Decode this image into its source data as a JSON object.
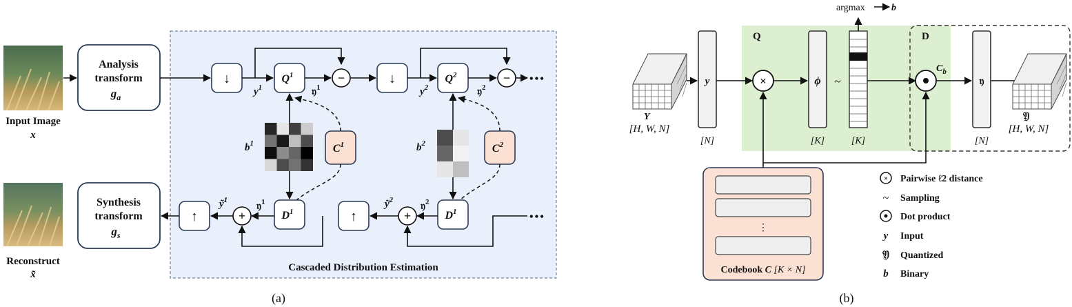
{
  "panel_a": {
    "caption": "(a)",
    "input_image_label": "Input Image",
    "input_image_var": "x",
    "reconstruct_label": "Reconstruct",
    "reconstruct_var": "x̃",
    "analysis": {
      "line1": "Analysis",
      "line2": "transform",
      "var": "g",
      "sub": "a"
    },
    "synthesis": {
      "line1": "Synthesis",
      "line2": "transform",
      "var": "g",
      "sub": "s"
    },
    "cde_title": "Cascaded Distribution Estimation",
    "downsample_symbol": "↓",
    "upsample_symbol": "↑",
    "minus_symbol": "−",
    "plus_symbol": "+",
    "ellipsis": "•••",
    "stage1": {
      "y": "y",
      "sup": "1",
      "q": "Q",
      "q_sup": "1",
      "eta": "𝔶",
      "eta_sup": "1",
      "b": "b",
      "b_sup": "1",
      "c": "C",
      "c_sup": "1",
      "d": "D",
      "d_sup": "1",
      "ytilde": "ỹ",
      "ytilde_sup": "1"
    },
    "stage2": {
      "y": "y",
      "sup": "2",
      "q": "Q",
      "q_sup": "2",
      "eta": "𝔶",
      "eta_sup": "2",
      "b": "b",
      "b_sup": "2",
      "c": "C",
      "c_sup": "2",
      "d": "D",
      "d_sup": "1",
      "ytilde": "ỹ",
      "ytilde_sup": "2"
    },
    "b1_grid": [
      [
        0.85,
        0.1,
        0.75,
        0.2
      ],
      [
        0.55,
        0.9,
        0.25,
        0.7
      ],
      [
        0.95,
        0.45,
        0.6,
        1.0
      ],
      [
        0.15,
        0.7,
        0.55,
        0.8
      ]
    ],
    "b2_grid": [
      [
        0.7,
        0.1
      ],
      [
        0.6,
        0.05
      ],
      [
        0.1,
        0.25
      ]
    ],
    "colors": {
      "cde_bg": "#e9f0fb",
      "cde_border": "#6e84a8",
      "c_fill": "#fbe1d3",
      "q_bg": "#dcefd0",
      "codebook_fill": "#fbe1d3"
    }
  },
  "panel_b": {
    "caption": "(b)",
    "q_label": "Q",
    "d_label": "D",
    "Y_label": "Y",
    "Y_dims": "[H, W, N]",
    "y_label": "y",
    "y_dims": "[N]",
    "phi_label": "ϕ",
    "phi_dims": "[K]",
    "tilde": "~",
    "sample_dims": "[K]",
    "argmax_label": "argmax",
    "argmax_target": "b",
    "cb_label": "C",
    "cb_sub": "b",
    "eta_label": "𝔶",
    "eta_dims": "[N]",
    "Yq_label": "𝔜",
    "Yq_dims": "[H, W, N]",
    "codebook_label": "Codebook",
    "codebook_var": "C",
    "codebook_dims": "[K × N]",
    "codebook_dots": "⋮",
    "legend": [
      {
        "sym": "⊗",
        "text": "Pairwise ℓ2 distance"
      },
      {
        "sym": "~",
        "text": "Sampling"
      },
      {
        "sym": "⊙",
        "text": "Dot product"
      },
      {
        "sym": "y",
        "text": "Input"
      },
      {
        "sym": "𝔜",
        "text": "Quantized"
      },
      {
        "sym": "b",
        "text": "Binary"
      }
    ]
  }
}
